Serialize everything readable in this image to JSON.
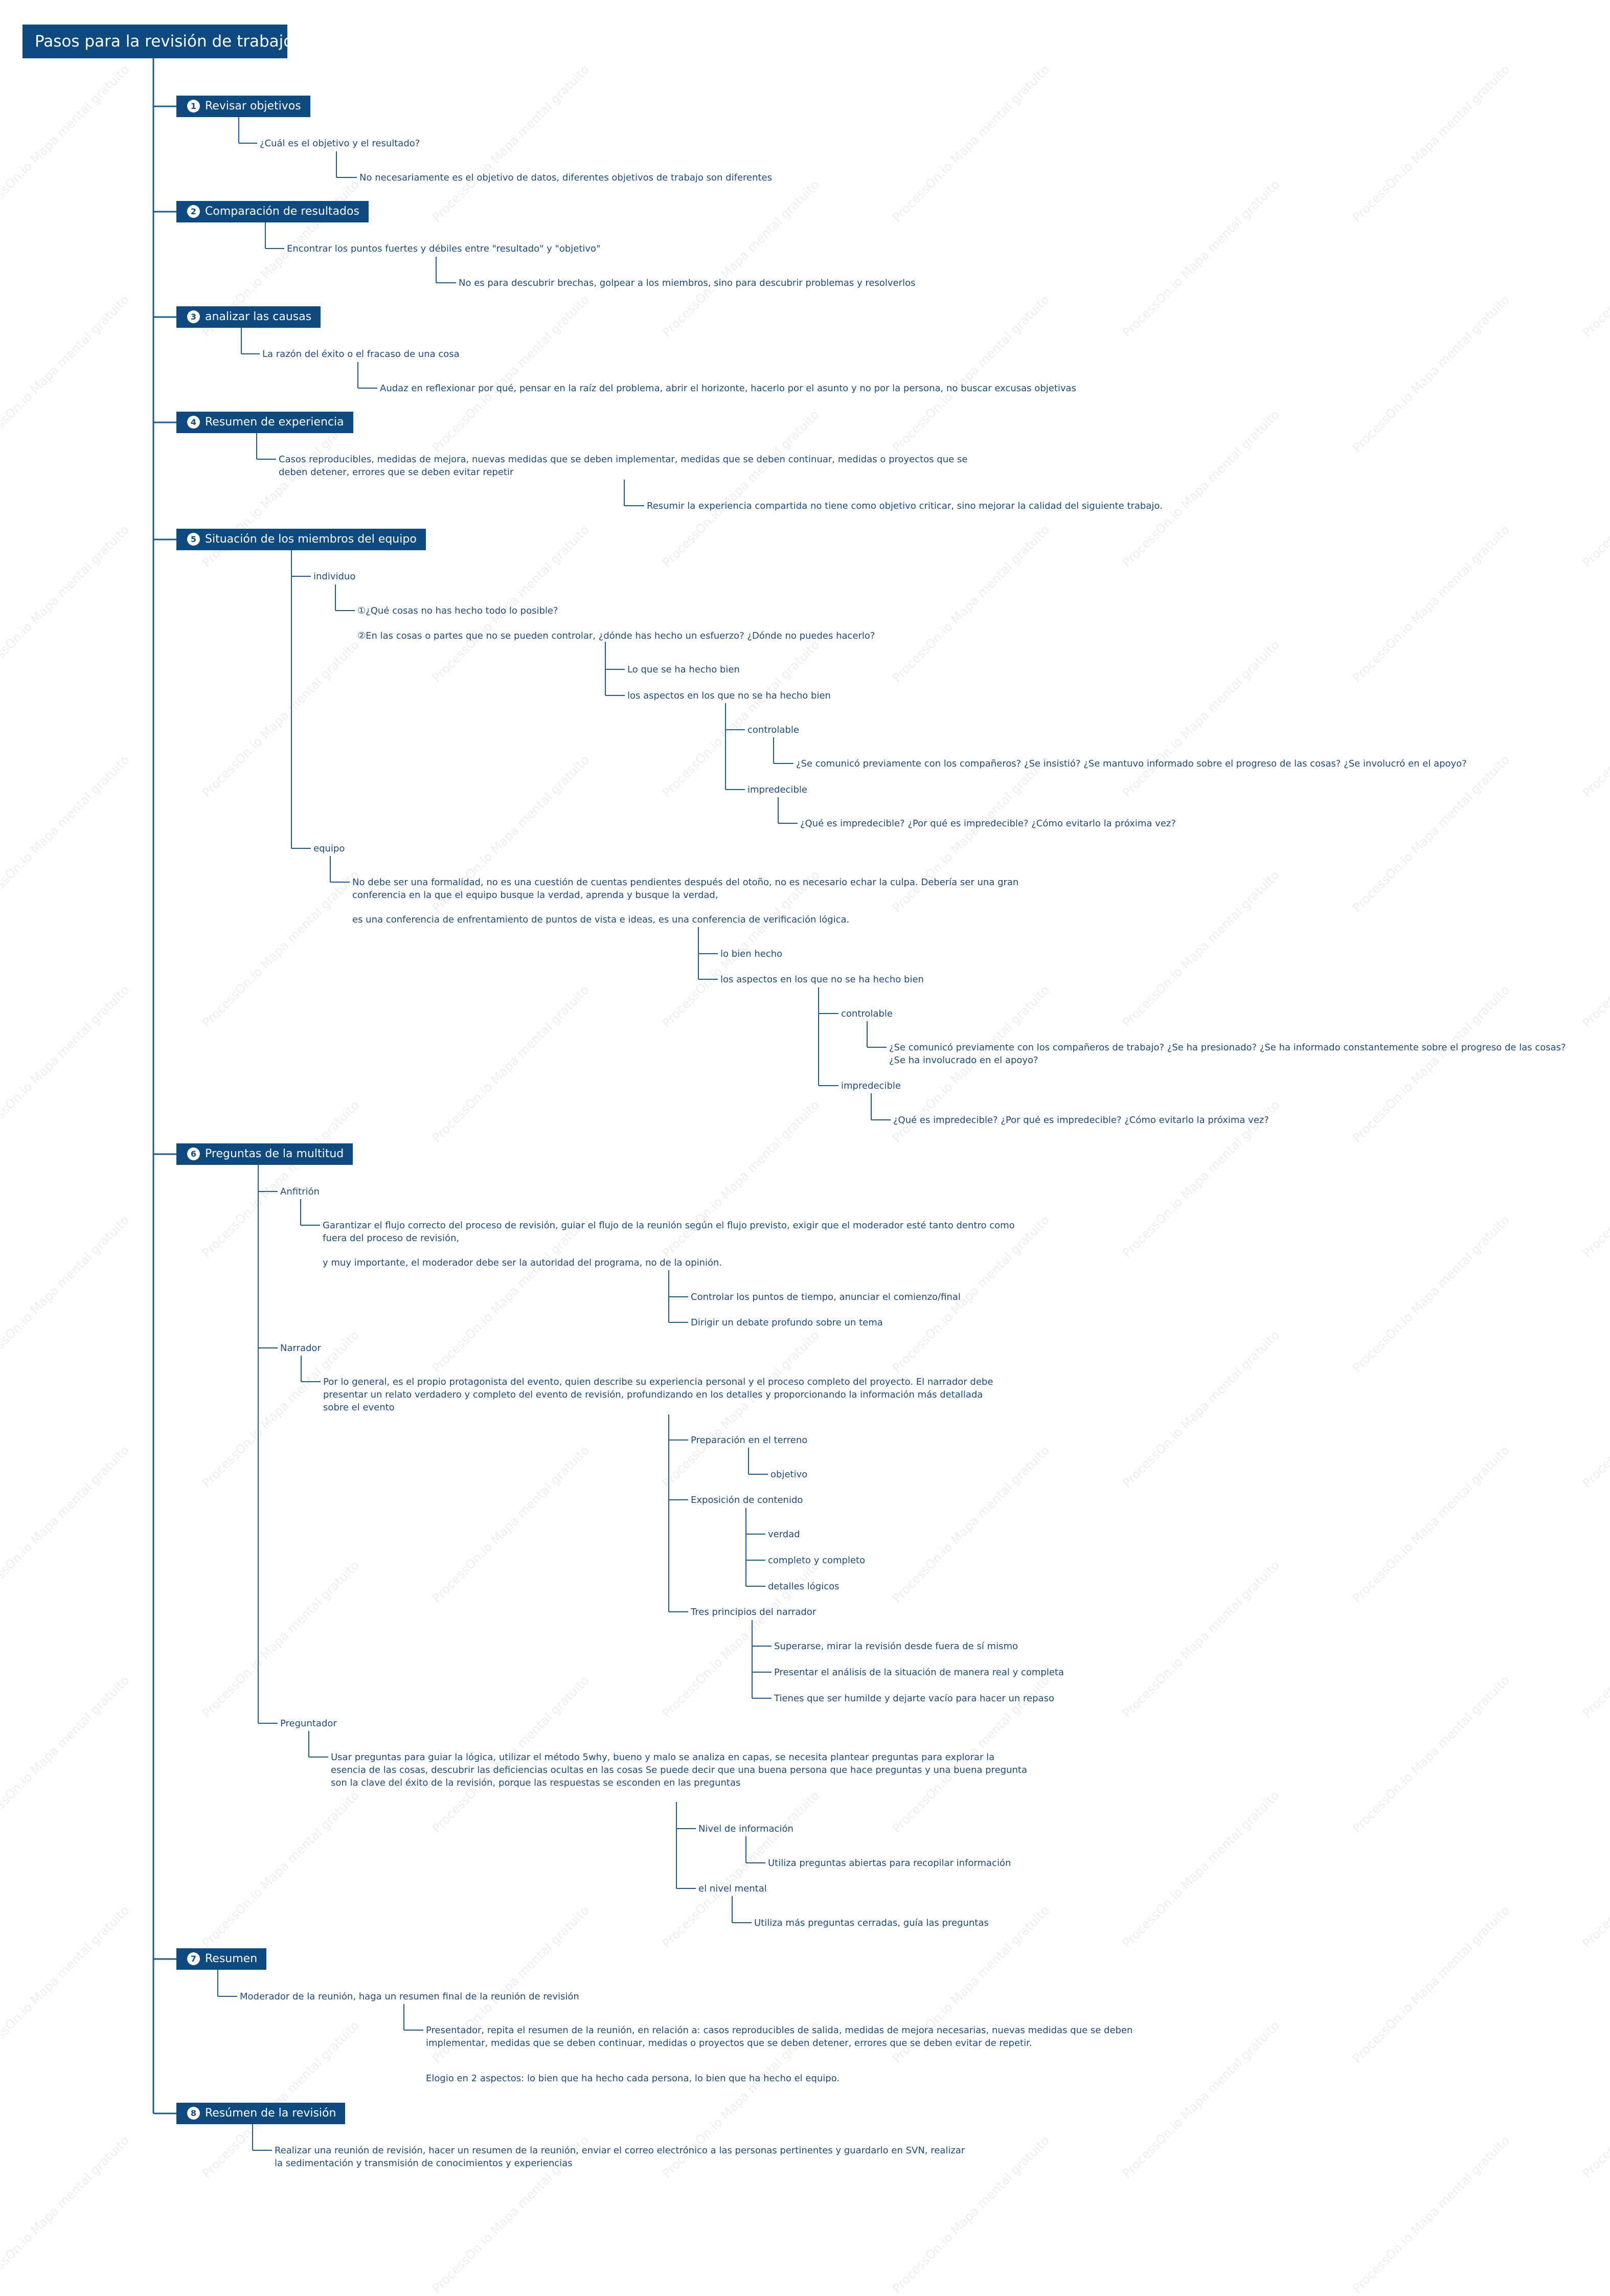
{
  "root": "Pasos para la revisión de trabajo",
  "watermark": "ProcessOn.io Mapa mental gratuito",
  "accent": "#0c4a7f",
  "line_color": "#1c5a94",
  "sections": [
    {
      "num": "1",
      "title": "Revisar objetivos"
    },
    {
      "num": "2",
      "title": "Comparación de resultados"
    },
    {
      "num": "3",
      "title": "analizar las causas"
    },
    {
      "num": "4",
      "title": "Resumen de experiencia"
    },
    {
      "num": "5",
      "title": "Situación de los miembros del equipo"
    },
    {
      "num": "6",
      "title": "Preguntas de la multitud"
    },
    {
      "num": "7",
      "title": "Resumen"
    },
    {
      "num": "8",
      "title": "Resúmen de la revisión"
    }
  ],
  "nodes": {
    "n1a": "¿Cuál es el objetivo y el resultado?",
    "n1b": "No necesariamente es el objetivo de datos, diferentes objetivos de trabajo son diferentes",
    "n2a": "Encontrar los puntos fuertes y débiles entre \"resultado\" y \"objetivo\"",
    "n2b": "No es para descubrir brechas, golpear a los miembros, sino para descubrir problemas y resolverlos",
    "n3a": "La razón del éxito o el fracaso de una cosa",
    "n3b": "Audaz en reflexionar por qué, pensar en la raíz del problema, abrir el horizonte, hacerlo por el asunto y no por la persona, no buscar excusas objetivas",
    "n4a": "Casos reproducibles, medidas de mejora, nuevas medidas que se deben implementar, medidas que se deben continuar, medidas o proyectos que se deben detener, errores que se deben evitar repetir",
    "n4b": "Resumir la experiencia compartida no tiene como objetivo criticar, sino mejorar la calidad del siguiente trabajo.",
    "n5a": "individuo",
    "n5a1": "①¿Qué cosas no has hecho todo lo posible?",
    "n5a2": "②En las cosas o partes que no se pueden controlar, ¿dónde has hecho un esfuerzo? ¿Dónde no puedes hacerlo?",
    "n5a2a": "Lo que se ha hecho bien",
    "n5a2b": "los aspectos en los que no se ha hecho bien",
    "n5c1": "controlable",
    "n5c1a": "¿Se comunicó previamente con los compañeros? ¿Se insistió? ¿Se mantuvo informado sobre el progreso de las cosas? ¿Se involucró en el apoyo?",
    "n5c2": "impredecible",
    "n5c2a": "¿Qué es impredecible? ¿Por qué es impredecible? ¿Cómo evitarlo la próxima vez?",
    "n5b": "equipo",
    "n5b1": "No debe ser una formalidad, no es una cuestión de cuentas pendientes después del otoño, no es necesario echar la culpa. Debería ser una gran conferencia en la que el equipo busque la verdad, aprenda y busque la verdad,",
    "n5b2": "es una conferencia de enfrentamiento de puntos de vista e ideas, es una conferencia de verificación lógica.",
    "n5b2a": "lo bien hecho",
    "n5b2b": "los aspectos en los que no se ha hecho bien",
    "n5d1": "controlable",
    "n5d1a": "¿Se comunicó previamente con los compañeros de trabajo? ¿Se ha presionado? ¿Se ha informado constantemente sobre el progreso de las cosas? ¿Se ha involucrado en el apoyo?",
    "n5d2": "impredecible",
    "n5d2a": "¿Qué es impredecible? ¿Por qué es impredecible? ¿Cómo evitarlo la próxima vez?",
    "n6a": "Anfitrión",
    "n6a1": "Garantizar el flujo correcto del proceso de revisión, guiar el flujo de la reunión según el flujo previsto, exigir que el moderador esté tanto dentro como fuera del proceso de revisión,",
    "n6a2": "y muy importante, el moderador debe ser la autoridad del programa, no de la opinión.",
    "n6a2a": "Controlar los puntos de tiempo, anunciar el comienzo/final",
    "n6a2b": "Dirigir un debate profundo sobre un tema",
    "n6b": "Narrador",
    "n6b1": "Por lo general, es el propio protagonista del evento, quien describe su experiencia personal y el proceso completo del proyecto. El narrador debe presentar un relato verdadero y completo del evento de revisión, profundizando en los detalles y proporcionando la información más detallada sobre el evento",
    "n6b1a": "Preparación en el terreno",
    "n6b1a1": "objetivo",
    "n6b1b": "Exposición de contenido",
    "n6b1b1": "verdad",
    "n6b1b2": "completo y completo",
    "n6b1b3": "detalles lógicos",
    "n6b1c": "Tres principios del narrador",
    "n6b1c1": "Superarse, mirar la revisión desde fuera de sí mismo",
    "n6b1c2": "Presentar el análisis de la situación de manera real y completa",
    "n6b1c3": "Tienes que ser humilde y dejarte vacío para hacer un repaso",
    "n6c": "Preguntador",
    "n6c1": "Usar preguntas para guiar la lógica, utilizar el método 5why, bueno y malo se analiza en capas, se necesita plantear preguntas para explorar la esencia de las cosas, descubrir las deficiencias ocultas en las cosas Se puede decir que una buena persona que hace preguntas y una buena pregunta son la clave del éxito de la revisión, porque las respuestas se esconden en las preguntas",
    "n6c1a": "Nivel de información",
    "n6c1a1": "Utiliza preguntas abiertas para recopilar información",
    "n6c1b": "el nivel mental",
    "n6c1b1": "Utiliza más preguntas cerradas, guía las preguntas",
    "n7a": "Moderador de la reunión, haga un resumen final de la reunión de revisión",
    "n7a1": "Presentador, repita el resumen de la reunión, en relación a: casos reproducibles de salida, medidas de mejora necesarias, nuevas medidas que se deben implementar, medidas que se deben continuar, medidas o proyectos que se deben detener, errores que se deben evitar de repetir.",
    "n7a2": "Elogio en 2 aspectos: lo bien que ha hecho cada persona, lo bien que ha hecho el equipo.",
    "n8a": "Realizar una reunión de revisión, hacer un resumen de la reunión, enviar el correo electrónico a las personas pertinentes y guardarlo en SVN, realizar la sedimentación y transmisión de conocimientos y experiencias"
  }
}
